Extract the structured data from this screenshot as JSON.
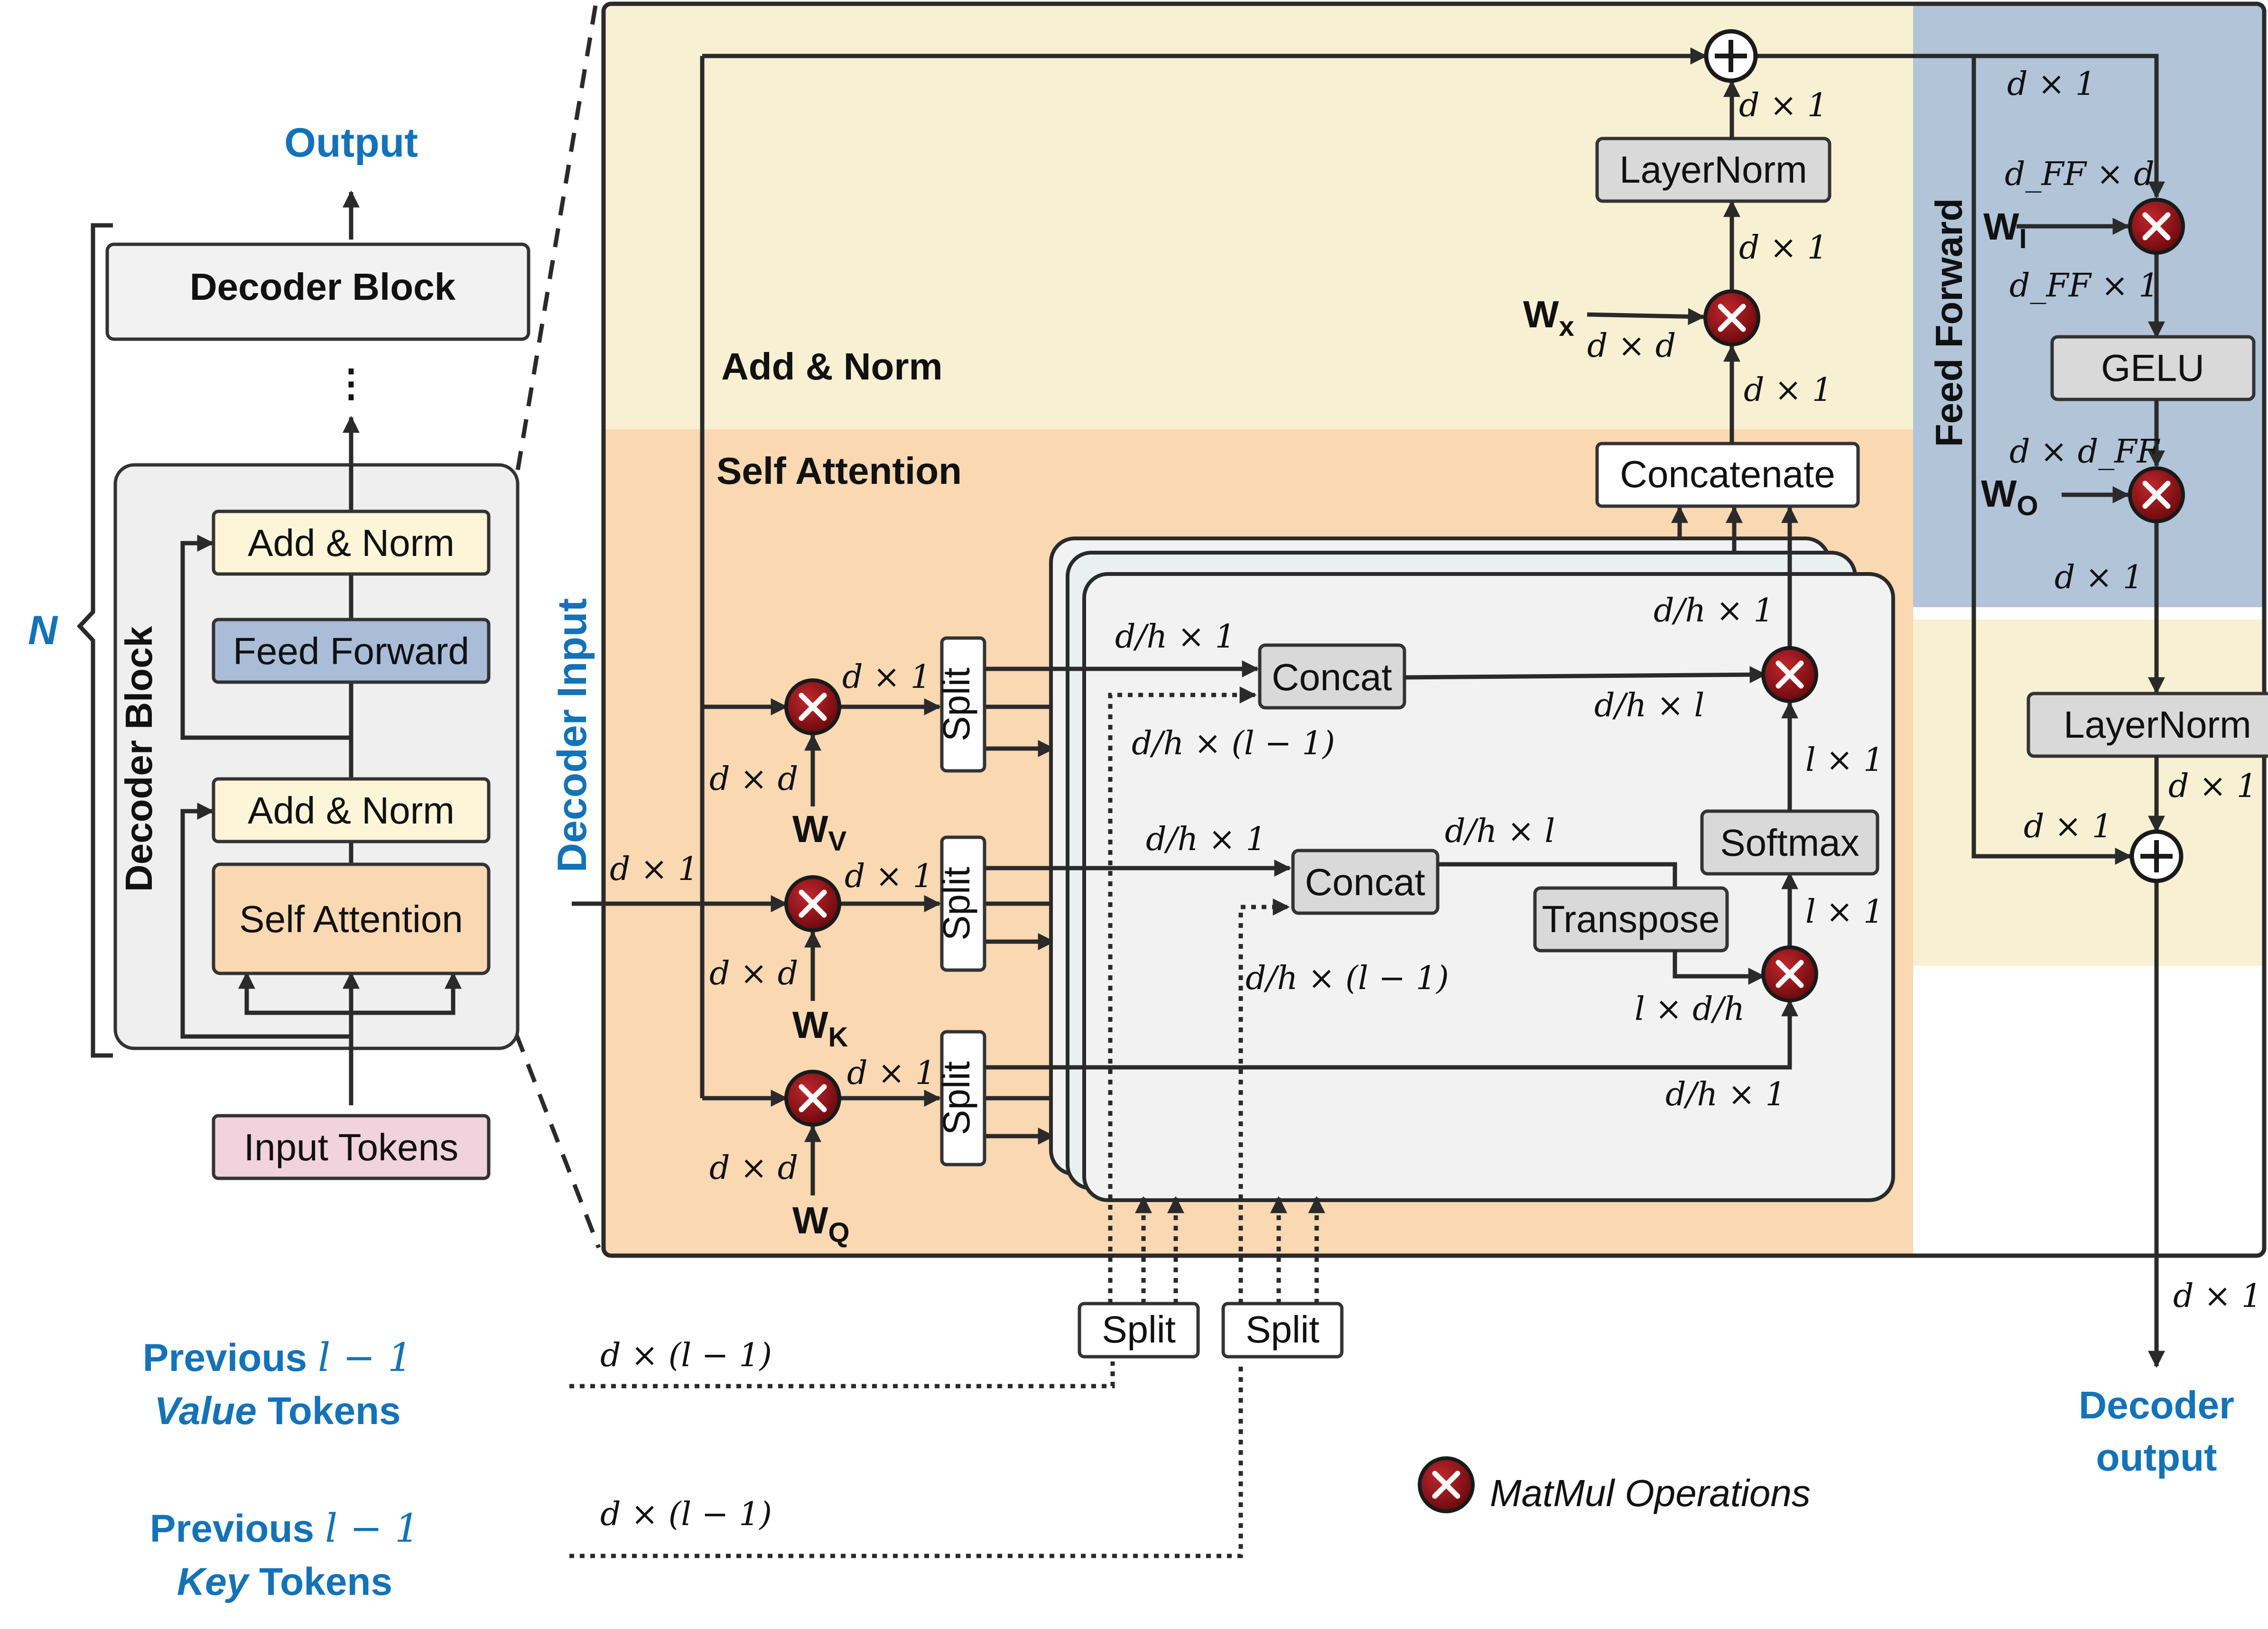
{
  "colors": {
    "add_norm_region": "#f8f0d2",
    "self_attention_region": "#f9d8b2",
    "feed_forward_region": "#b1c4d8",
    "decoder_block_bg": "#efefef",
    "add_norm_box": "#fcf5d8",
    "feed_forward_box": "#a9bcd8",
    "self_attention_box": "#fad8b2",
    "input_tokens_box": "#f0d3dc",
    "gray_box": "#d9d9d9",
    "matmul_fill": "#8b0d12",
    "label_blue": "#1472b8"
  },
  "left": {
    "output": "Output",
    "decoder_block_top": "Decoder Block",
    "n": "N",
    "decoder_block_vertical": "Decoder Block",
    "add_norm_upper": "Add & Norm",
    "feed_forward": "Feed Forward",
    "add_norm_lower": "Add & Norm",
    "self_attention": "Self Attention",
    "input_tokens": "Input Tokens"
  },
  "main": {
    "add_norm_title": "Add & Norm",
    "self_attention_title": "Self Attention",
    "feed_forward_title": "Feed Forward",
    "decoder_input": "Decoder Input",
    "decoder_output": [
      "Decoder",
      "output"
    ],
    "concatenate": "Concatenate",
    "layernorm_top": "LayerNorm",
    "layernorm_right": "LayerNorm",
    "gelu": "GELU",
    "concat_value": "Concat",
    "concat_key": "Concat",
    "softmax": "Softmax",
    "transpose": "Transpose",
    "split": "Split",
    "split_value_bottom": "Split",
    "split_key_bottom": "Split",
    "weights": {
      "wv": {
        "main": "W",
        "sub": "V"
      },
      "wk": {
        "main": "W",
        "sub": "K"
      },
      "wq": {
        "main": "W",
        "sub": "Q"
      },
      "wx": {
        "main": "W",
        "sub": "x"
      },
      "wi": {
        "main": "W",
        "sub": "I"
      },
      "wo": {
        "main": "W",
        "sub": "O"
      }
    },
    "prev_value": {
      "line1_text": "Previous",
      "line1_math": "l − 1",
      "line2_italic": "Value",
      "line2_text": " Tokens"
    },
    "prev_key": {
      "line1_text": "Previous",
      "line1_math": "l − 1",
      "line2_italic": "Key",
      "line2_text": " Tokens"
    },
    "legend": "MatMul Operations",
    "dims": {
      "d_x_1": "d × 1",
      "d_x_d": "d × d",
      "dh_x_1": "d/h × 1",
      "dh_x_l": "d/h × l",
      "dh_x_lm1": "d/h × (l − 1)",
      "l_x_1": "l × 1",
      "l_x_dh": "l × d/h",
      "d_x_lm1": "d × (l − 1)",
      "dff_x_d": "d_FF × d",
      "dff_x_1": "d_FF × 1",
      "d_x_dff": "d × d_FF"
    }
  }
}
